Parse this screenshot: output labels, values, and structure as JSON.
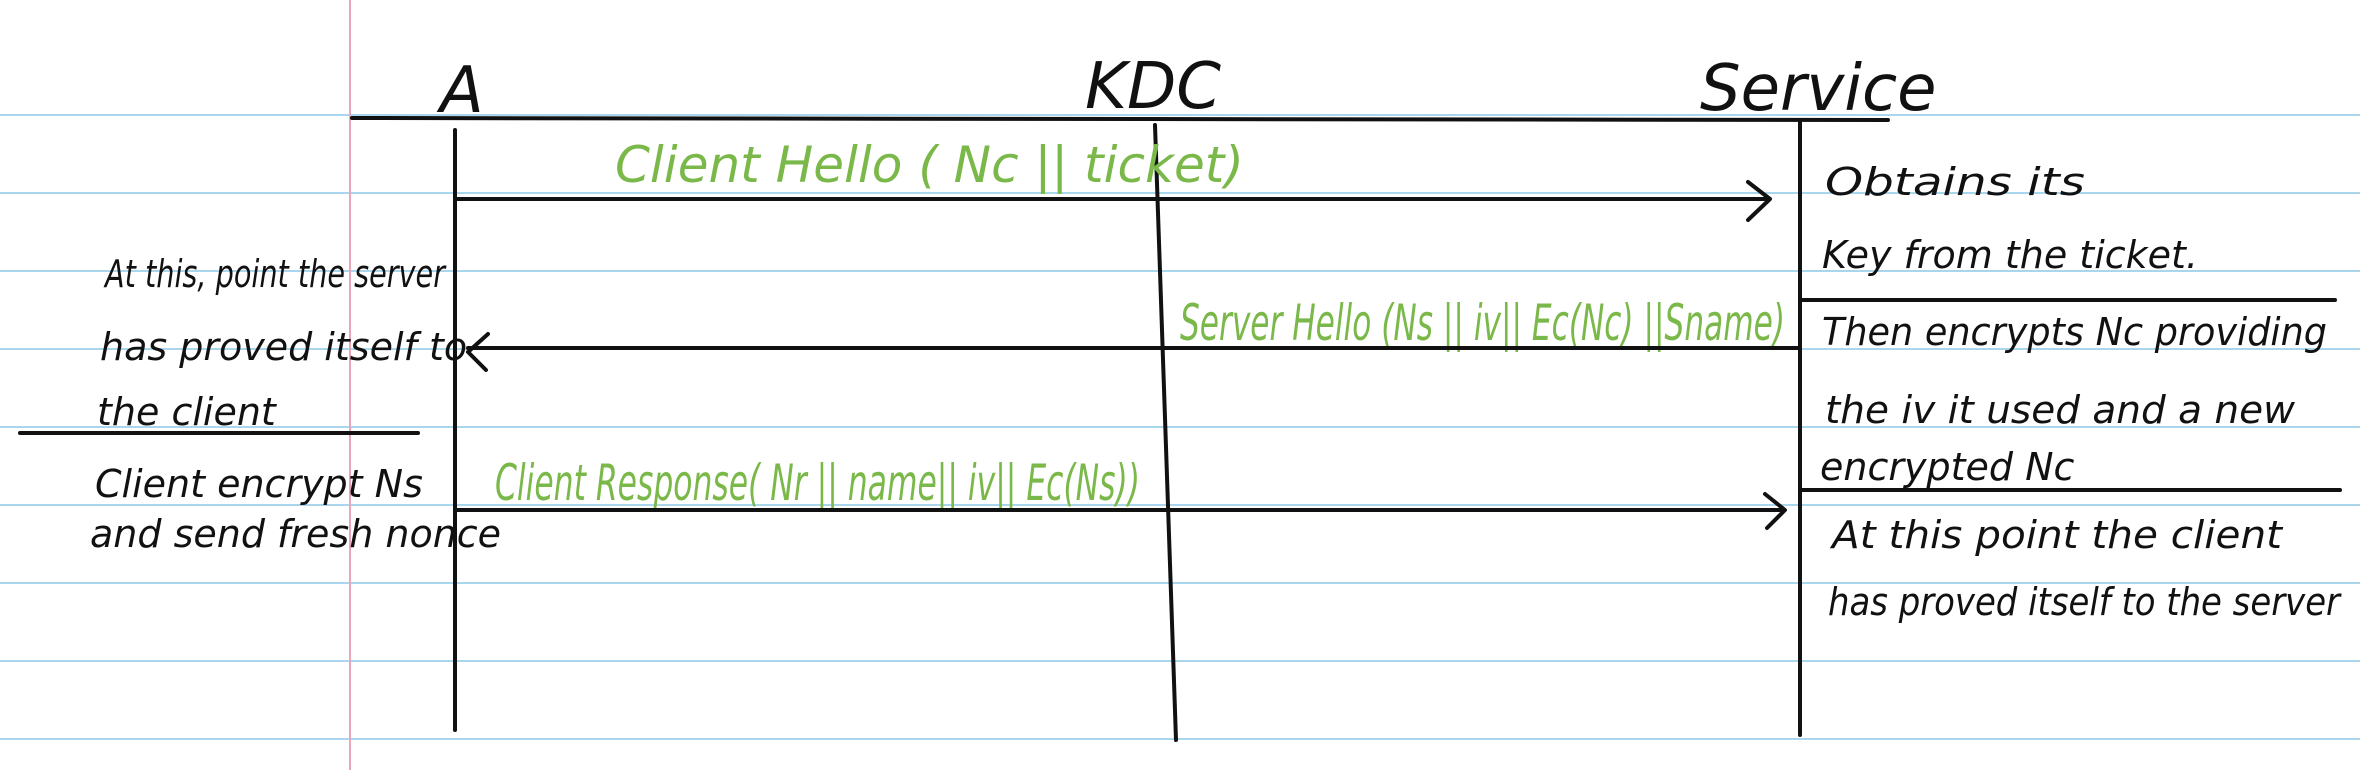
{
  "colors": {
    "paper": "#ffffff",
    "ruled_line": "#a9d6ec",
    "margin_line": "#e8a6b6",
    "ink": "#111111",
    "message_ink": "#7bb84a"
  },
  "participants": {
    "a": "A",
    "kdc": "KDC",
    "service": "Service"
  },
  "messages": {
    "client_hello": "Client Hello ( Nc || ticket)",
    "server_hello": "Server Hello (Ns || iv|| Ec(Nc) ||Sname)",
    "client_response": "Client Response( Nr || name|| iv|| Ec(Ns))"
  },
  "left_notes": {
    "server_proved": [
      "At this, point the server",
      "has proved itself to",
      "the client"
    ],
    "client_encrypt": [
      "Client encrypt Ns",
      "and send fresh nonce"
    ]
  },
  "right_notes": {
    "obtains_key": [
      "Obtains its",
      "Key from the ticket."
    ],
    "then_encrypts": [
      "Then encrypts Nc providing",
      "the iv it used and a new",
      "encrypted Nc"
    ],
    "client_proved": [
      "At this point the client",
      "has proved itself to the server"
    ]
  }
}
